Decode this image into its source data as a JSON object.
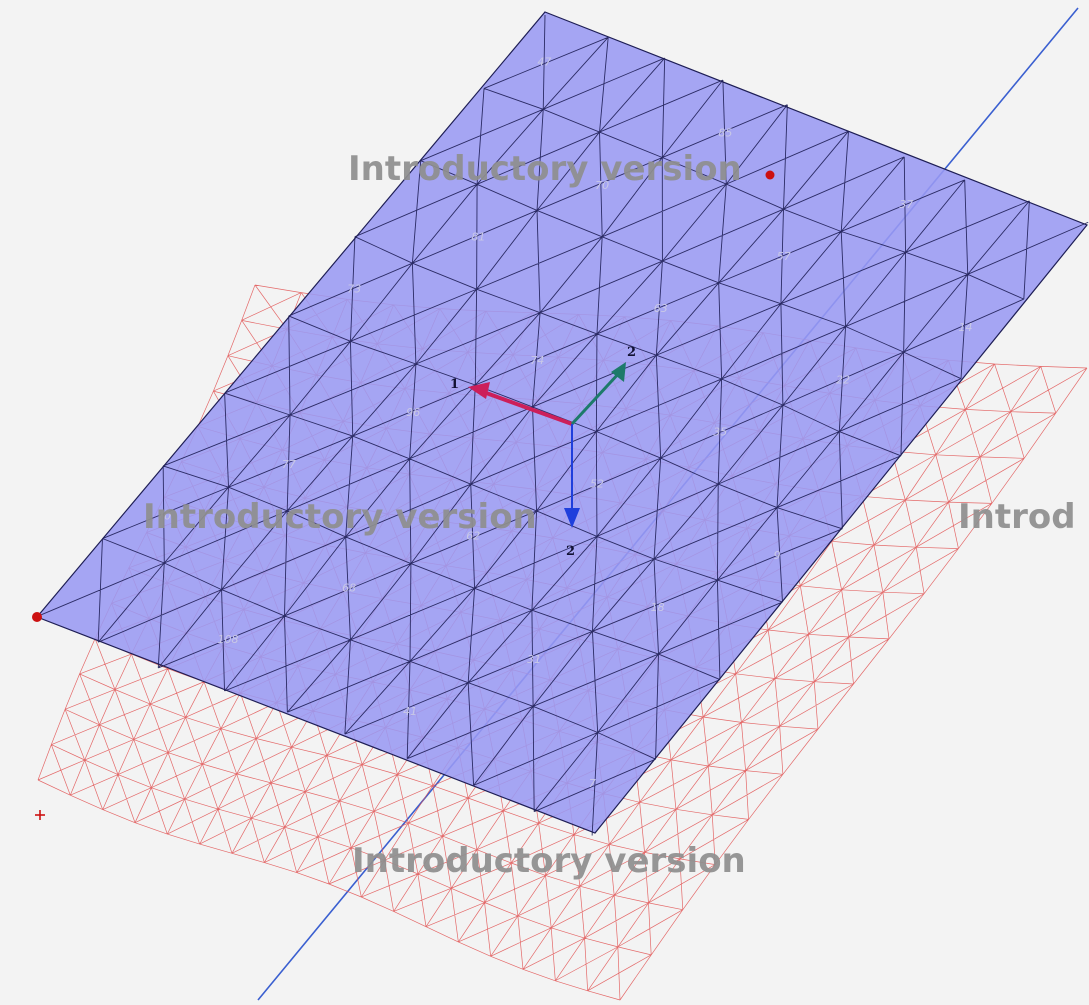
{
  "watermarks": {
    "top": "Introductory version",
    "middle": "Introductory version",
    "right": "Introd",
    "bottom": "Introductory version"
  },
  "axes": {
    "axis1_label": "1",
    "axis2_label": "2",
    "axis3_label": "2"
  },
  "element_numbers": [
    "47",
    "73",
    "70",
    "81",
    "77",
    "70",
    "96",
    "108",
    "85",
    "74",
    "68",
    "63",
    "62",
    "57",
    "52",
    "41",
    "37",
    "35",
    "31",
    "22",
    "18",
    "14",
    "9",
    "7",
    "4",
    "1"
  ],
  "colors": {
    "plate_fill": "#9a9af2",
    "plate_stroke": "#1e1e55",
    "deformed_mesh": "#e05050",
    "axis_line": "#3a5fd0",
    "axis1": "#cc1f5a",
    "axis2": "#1d7a6a",
    "axis3": "#1f3fdc",
    "support_point": "#cc1111"
  },
  "icons": {
    "support_left": "support-point-icon",
    "support_top": "support-point-icon",
    "origin_cross": "origin-cross-icon"
  }
}
